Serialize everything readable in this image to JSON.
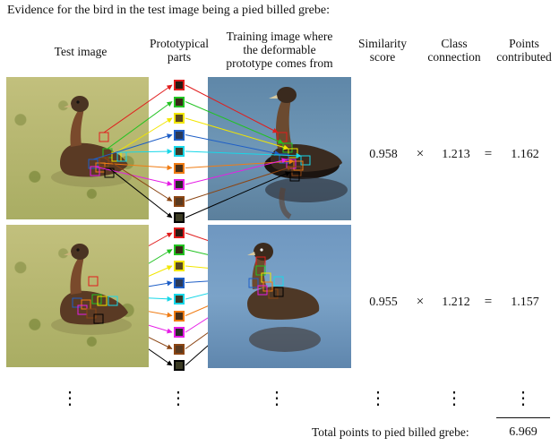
{
  "caption": "Evidence for the bird in the test image being a pied billed grebe:",
  "columns": {
    "test_image": "Test image",
    "prototypical_parts": "Prototypical\nparts",
    "training_image": "Training image where\nthe deformable\nprototype comes from",
    "similarity": "Similarity\nscore",
    "class_connection": "Class\nconnection",
    "points": "Points\ncontributed"
  },
  "rows": [
    {
      "similarity": "0.958",
      "times": "×",
      "connection": "1.213",
      "equals": "=",
      "points": "1.162"
    },
    {
      "similarity": "0.955",
      "times": "×",
      "connection": "1.212",
      "equals": "=",
      "points": "1.157"
    }
  ],
  "ellipsis": "⋮",
  "total": {
    "label": "Total points to pied billed grebe:",
    "value": "6.969"
  },
  "part_colors": [
    "#e11d1d",
    "#22c322",
    "#f2e600",
    "#1f5fc7",
    "#18d7e8",
    "#f07c14",
    "#e61ee6",
    "#8b4513",
    "#000000"
  ],
  "icons": {
    "bird": "pied-billed-grebe-photo"
  }
}
